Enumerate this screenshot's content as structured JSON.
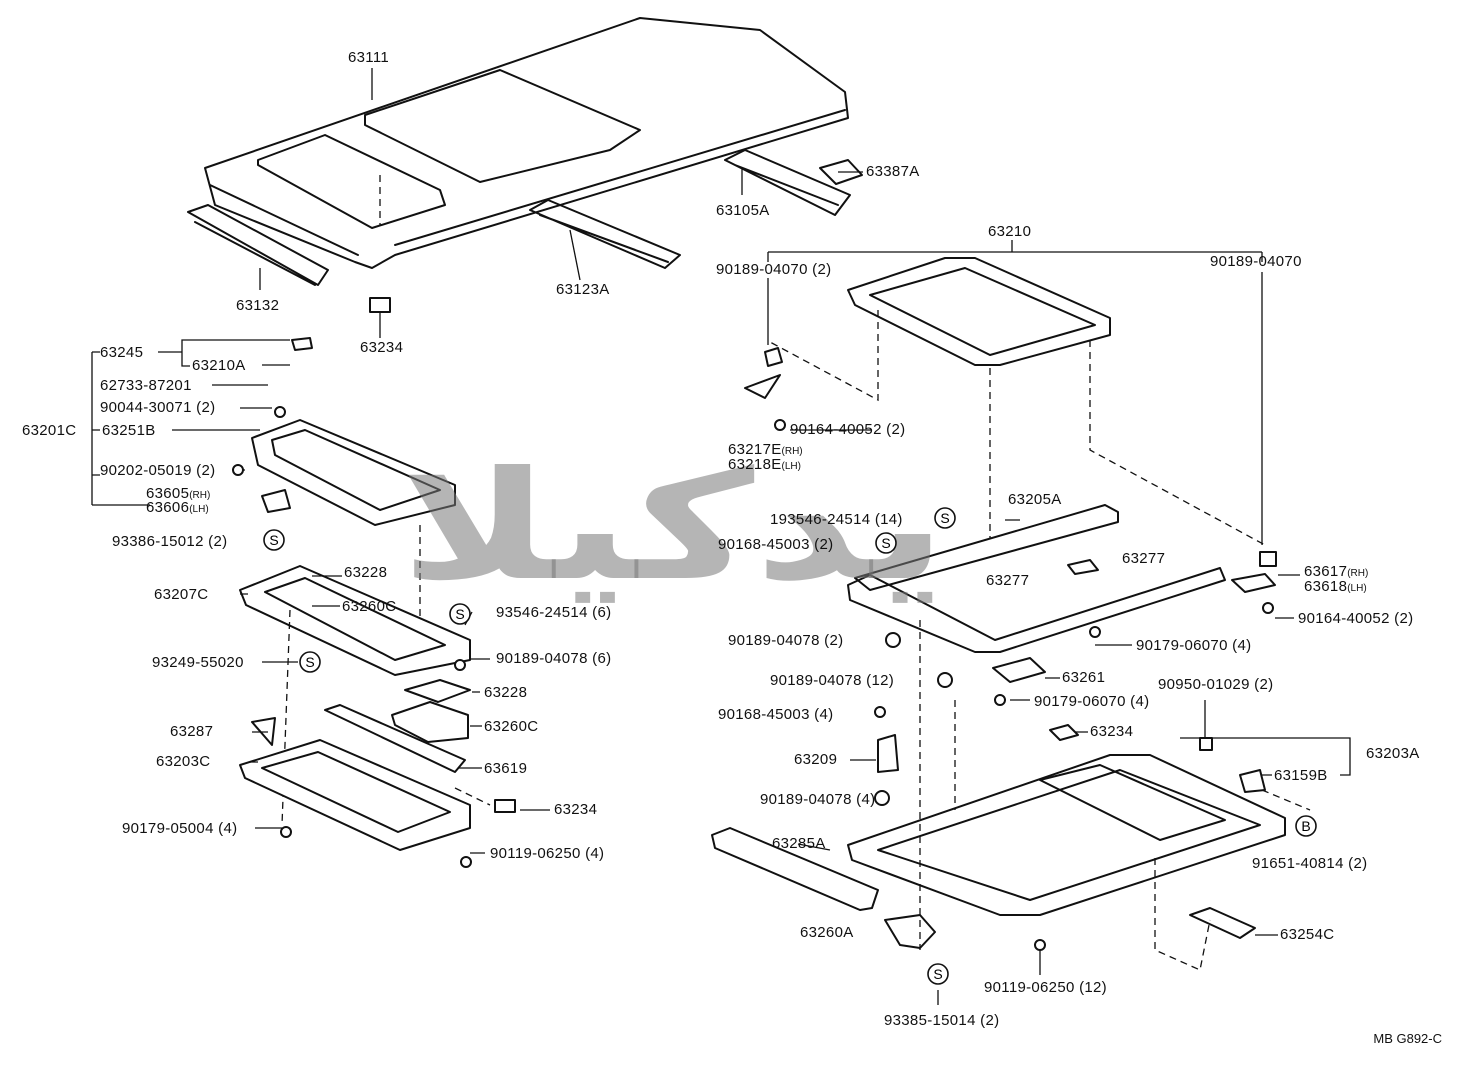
{
  "watermark": "يدكيلا",
  "drawing_code": "MB G892-C",
  "symbols": {
    "s": "S",
    "b": "B"
  },
  "labels": {
    "p63111": "63111",
    "p63387A": "63387A",
    "p63105A": "63105A",
    "p63210": "63210",
    "p90189_04070_2": "90189-04070 (2)",
    "p90189_04070": "90189-04070",
    "p63132": "63132",
    "p63123A": "63123A",
    "p63234_top": "63234",
    "p63245": "63245",
    "p63210A": "63210A",
    "p62733": "62733-87201",
    "p90044": "90044-30071 (2)",
    "p63201C": "63201C",
    "p63251B": "63251B",
    "p90202": "90202-05019 (2)",
    "p63605": "63605",
    "p63606": "63606",
    "rh": "(RH)",
    "lh": "(LH)",
    "p93386": "93386-15012 (2)",
    "p90164_40052_2a": "90164-40052 (2)",
    "p63217E": "63217E",
    "p63218E": "63218E",
    "p63205A": "63205A",
    "p93546_14": "193546-24514 (14)",
    "p90168_45003_2": "90168-45003 (2)",
    "p63277a": "63277",
    "p63277b": "63277",
    "p63617": "63617",
    "p63618": "63618",
    "p90164_40052_2b": "90164-40052 (2)",
    "p63228a": "63228",
    "p63207C": "63207C",
    "p63260Ca": "63260C",
    "p93546_6": "93546-24514 (6)",
    "p93249": "93249-55020",
    "p90189_04078_6": "90189-04078 (6)",
    "p90189_04078_2": "90189-04078 (2)",
    "p90179_06070_4a": "90179-06070 (4)",
    "p63261": "63261",
    "p90189_04078_12": "90189-04078 (12)",
    "p90179_06070_4b": "90179-06070 (4)",
    "p90950": "90950-01029 (2)",
    "p63228b": "63228",
    "p63260Cb": "63260C",
    "p90168_45003_4": "90168-45003 (4)",
    "p63234_mid": "63234",
    "p63203A": "63203A",
    "p63287": "63287",
    "p63619": "63619",
    "p63209": "63209",
    "p63159B": "63159B",
    "p63203C": "63203C",
    "p90189_04078_4": "90189-04078 (4)",
    "p63234_low": "63234",
    "p90179_05004": "90179-05004 (4)",
    "p91651": "91651-40814 (2)",
    "p63285A": "63285A",
    "p90119_06250_4": "90119-06250 (4)",
    "p63260A": "63260A",
    "p63254C": "63254C",
    "p90119_06250_12": "90119-06250 (12)",
    "p93385": "93385-15014 (2)"
  }
}
